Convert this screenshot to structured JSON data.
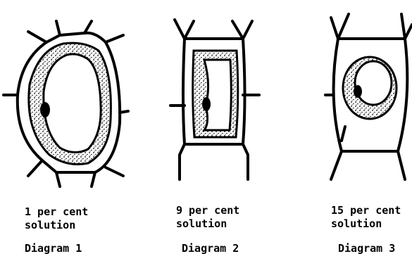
{
  "diagrams": [
    {
      "line1": "1 per cent",
      "line2": "solution",
      "caption": "Diagram 1"
    },
    {
      "line1": "9 per cent",
      "line2": "solution",
      "caption": "Diagram 2"
    },
    {
      "line1": "15 per cent",
      "line2": "solution",
      "caption": "Diagram 3"
    }
  ]
}
